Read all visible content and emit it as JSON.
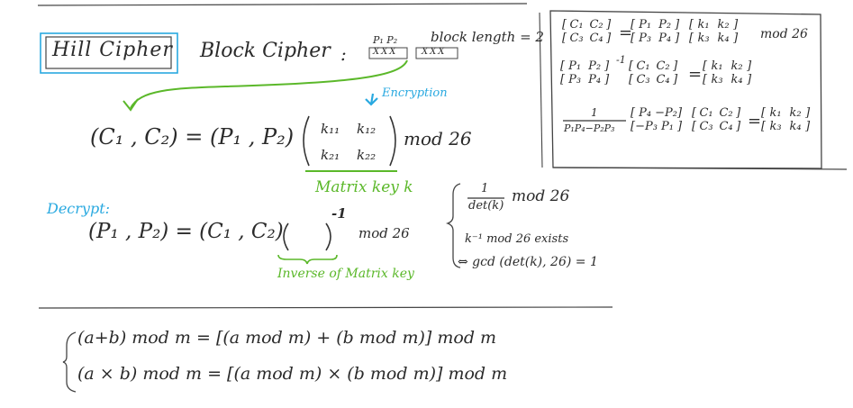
{
  "heading": {
    "hill_cipher": "Hill Cipher",
    "block_cipher": "Block Cipher",
    "colon": ":",
    "block_label_p": "P₁ P₂",
    "block_cells_1": "XXX",
    "block_cells_2": "XXX",
    "block_length": "block length = 2"
  },
  "encrypt": {
    "annotation": "Encryption",
    "lhs": "(C₁ , C₂) = (P₁ , P₂)",
    "k11": "k₁₁",
    "k12": "k₁₂",
    "k21": "k₂₁",
    "k22": "k₂₂",
    "mod": "mod 26",
    "matrix_label": "Matrix key k"
  },
  "decrypt": {
    "label": "Decrypt:",
    "lhs": "(P₁ , P₂) = (C₁ , C₂)",
    "exponent": "-1",
    "mod": "mod 26",
    "inverse_label": "Inverse of Matrix key"
  },
  "conditions": {
    "frac_num": "1",
    "frac_den": "det(k)",
    "frac_mod": "mod 26",
    "line1": "k⁻¹ mod 26 exists",
    "line2": "⇔ gcd (det(k), 26) = 1"
  },
  "box": {
    "r1": {
      "m1": [
        "C₁",
        "C₂",
        "C₃",
        "C₄"
      ],
      "eq": "=",
      "m2": [
        "P₁",
        "P₂",
        "P₃",
        "P₄"
      ],
      "m3": [
        "k₁",
        "k₂",
        "k₃",
        "k₄"
      ],
      "mod": "mod 26"
    },
    "r2": {
      "m1": [
        "P₁",
        "P₂",
        "P₃",
        "P₄"
      ],
      "exp": "-1",
      "m2": [
        "C₁",
        "C₂",
        "C₃",
        "C₄"
      ],
      "eq": "=",
      "m3": [
        "k₁",
        "k₂",
        "k₃",
        "k₄"
      ]
    },
    "r3": {
      "num": "1",
      "den": "P₁P₄−P₂P₃",
      "m1": [
        "P₄",
        "−P₂",
        "−P₃",
        "P₁"
      ],
      "m2": [
        "C₁",
        "C₂",
        "C₃",
        "C₄"
      ],
      "eq": "=",
      "m3": [
        "k₁",
        "k₂",
        "k₃",
        "k₄"
      ]
    }
  },
  "rules": {
    "line1": "(a+b) mod m = [(a mod m) + (b mod m)] mod m",
    "line2": "(a × b) mod m = [(a mod m) × (b mod m)] mod m"
  }
}
